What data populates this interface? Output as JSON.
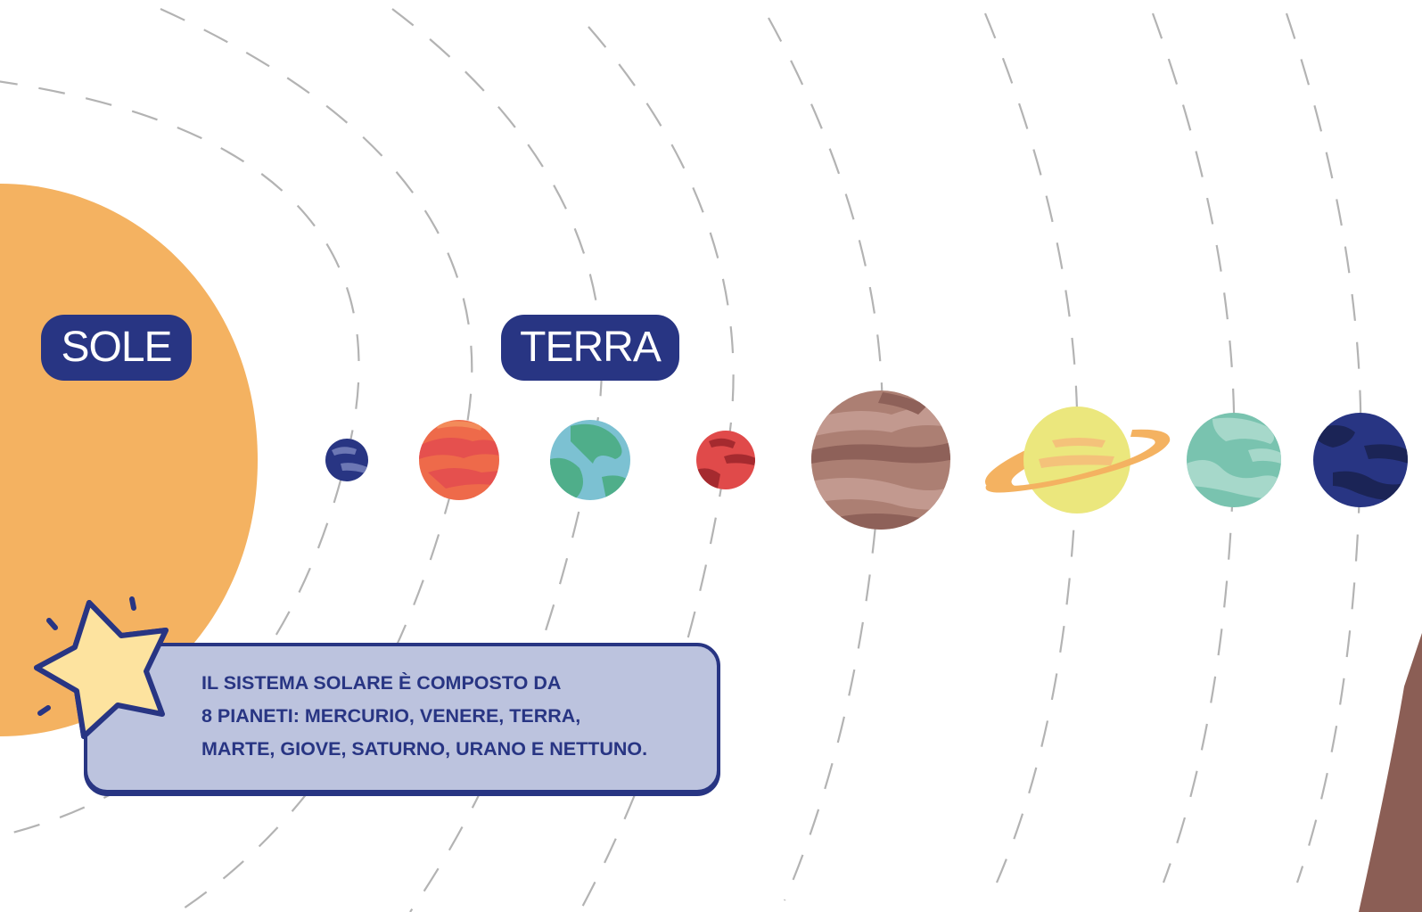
{
  "labels": {
    "sun": "SOLE",
    "earth": "TERRA"
  },
  "info": {
    "text": "IL SISTEMA SOLARE È COMPOSTO DA\n8 PIANETI: MERCURIO, VENERE, TERRA,\nMARTE, GIOVE, SATURNO, URANO E NETTUNO."
  },
  "colors": {
    "sun": "#f4b261",
    "label_bg": "#283583",
    "label_text": "#ffffff",
    "info_bg": "#bcc3de",
    "orbit": "#b3b3b3",
    "star_fill": "#fde39f",
    "mercury": "#283583",
    "venus": "#ee6a4a",
    "earth_ocean": "#7cc1d2",
    "earth_land": "#4fae8a",
    "mars": "#e04a4a",
    "jupiter": "#a87d74",
    "saturn": "#ebe77d",
    "saturn_ring": "#f4b261",
    "uranus": "#79c3af",
    "neptune": "#283583",
    "mountain": "#8b5e55"
  },
  "planets": [
    {
      "id": "mercury",
      "icon": "mercury-icon"
    },
    {
      "id": "venus",
      "icon": "venus-icon"
    },
    {
      "id": "earth",
      "icon": "earth-icon"
    },
    {
      "id": "mars",
      "icon": "mars-icon"
    },
    {
      "id": "jupiter",
      "icon": "jupiter-icon"
    },
    {
      "id": "saturn",
      "icon": "saturn-icon"
    },
    {
      "id": "uranus",
      "icon": "uranus-icon"
    },
    {
      "id": "neptune",
      "icon": "neptune-icon"
    }
  ]
}
